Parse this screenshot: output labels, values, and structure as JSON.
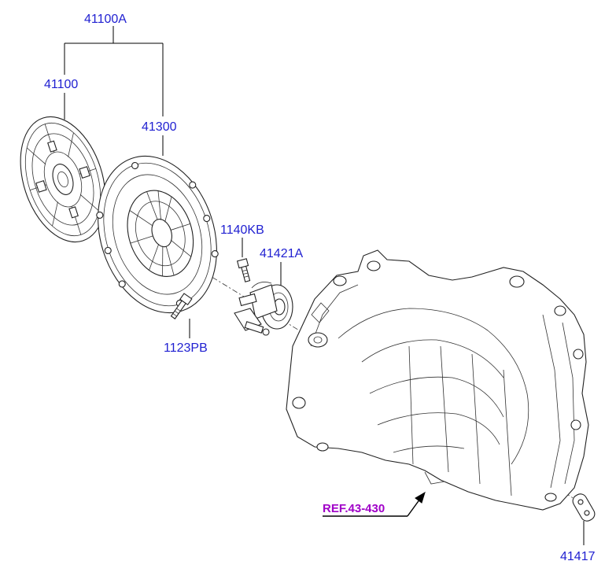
{
  "labels": {
    "assembly": "41100A",
    "disc": "41100",
    "cover": "41300",
    "bolt_cover": "1123PB",
    "bolt_release": "1140KB",
    "release_bearing": "41421A",
    "plate": "41417"
  },
  "reference": {
    "text": "REF.43-430",
    "color": "#a000c8"
  },
  "colors": {
    "label": "#1f1fd1",
    "line": "#000000"
  }
}
